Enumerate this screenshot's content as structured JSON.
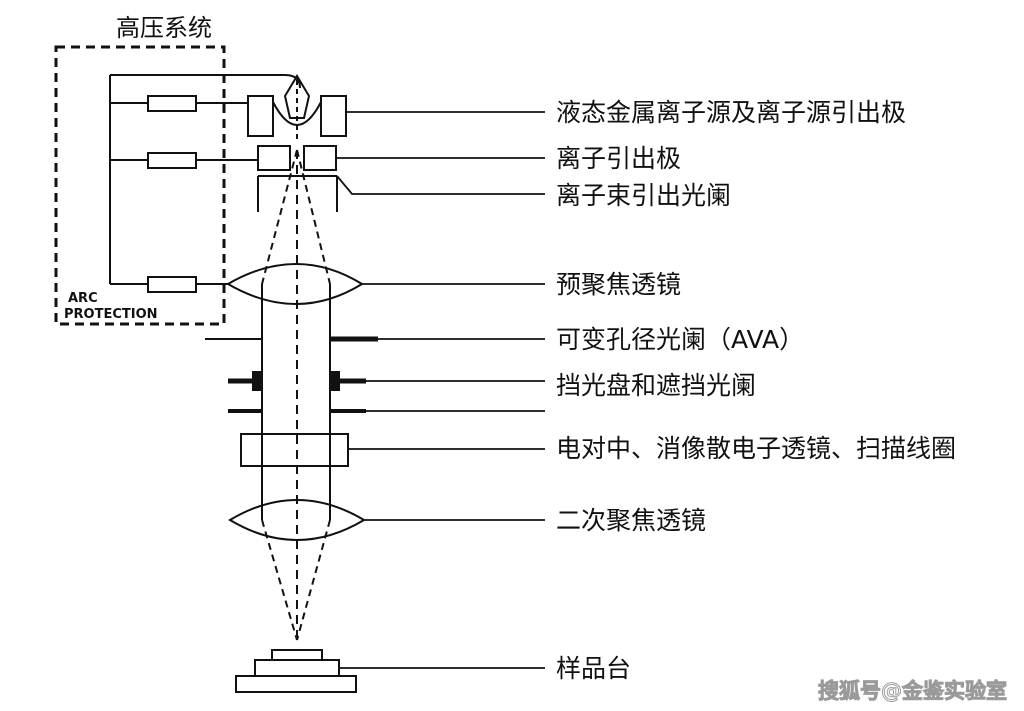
{
  "high_voltage_system": "高压系统",
  "arc_protection": [
    "ARC",
    "PROTECTION"
  ],
  "labels": {
    "ion_source": "液态金属离子源及离子源引出极",
    "extraction_electrode": "离子引出极",
    "beam_aperture": "离子束引出光阑",
    "condenser_lens": "预聚焦透镜",
    "variable_aperture": "可变孔径光阑（AVA）",
    "blanker": "挡光盘和遮挡光阑",
    "deflector": "电对中、消像散电子透镜、扫描线圈",
    "objective_lens": "二次聚焦透镜",
    "sample_stage": "样品台"
  },
  "watermark": "搜狐号@金鉴实验室"
}
